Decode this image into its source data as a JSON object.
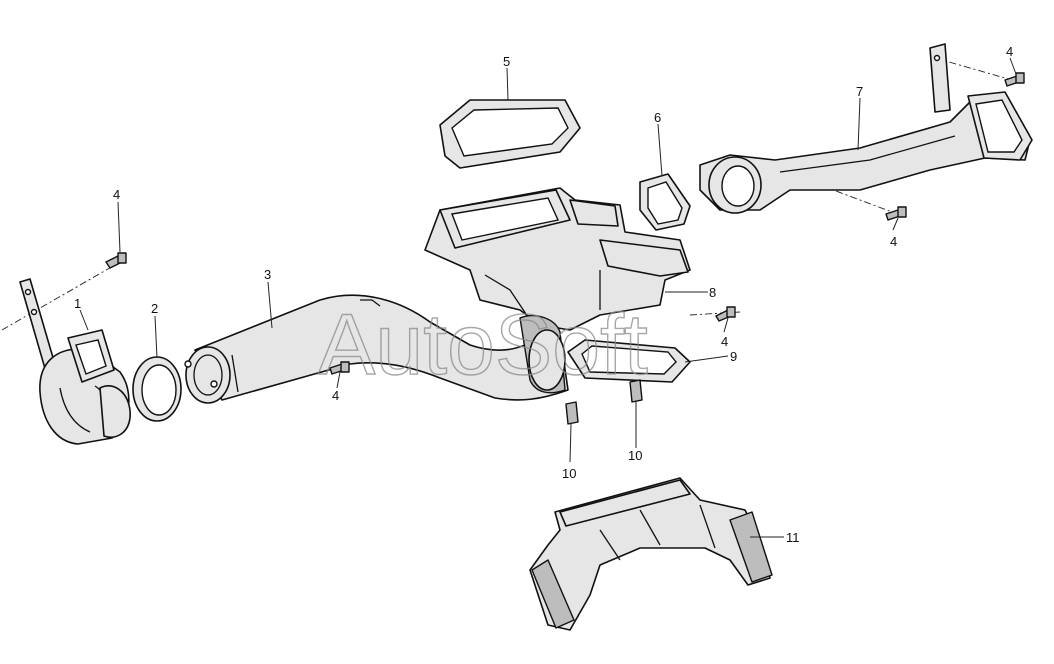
{
  "watermark": "AutoSoft",
  "callouts": {
    "c1": "1",
    "c2": "2",
    "c3": "3",
    "c4a": "4",
    "c4b": "4",
    "c4c": "4",
    "c4d": "4",
    "c4e": "4",
    "c5": "5",
    "c6": "6",
    "c7": "7",
    "c8": "8",
    "c9": "9",
    "c10a": "10",
    "c10b": "10",
    "c11": "11"
  }
}
